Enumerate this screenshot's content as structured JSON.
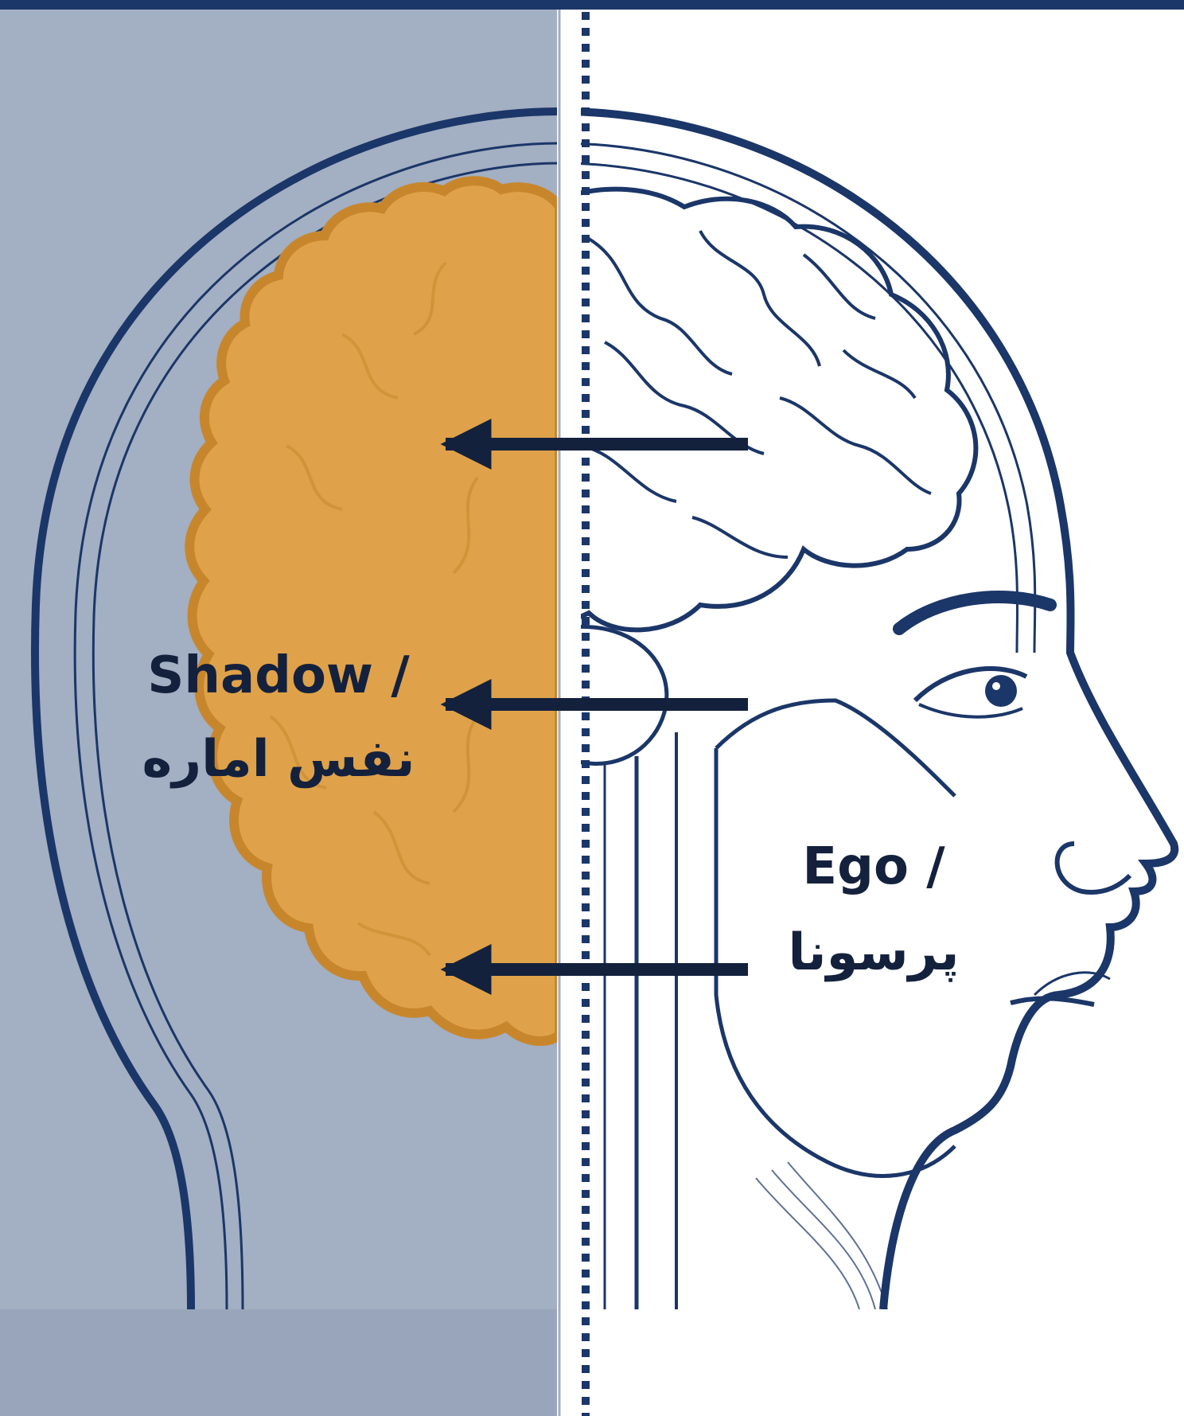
{
  "labels": {
    "shadow_en": "Shadow /",
    "shadow_fa": "نفس اماره",
    "ego_en": "Ego /",
    "ego_fa": "پرسونا"
  },
  "colors": {
    "navy": "#1b3668",
    "left_bg": "#a3afc2",
    "brain_gold": "#dfa24a",
    "brain_edge": "#c8862c",
    "ink": "#14213d",
    "paper": "#ffffff"
  },
  "arrows": {
    "count": 3,
    "direction": "left"
  }
}
